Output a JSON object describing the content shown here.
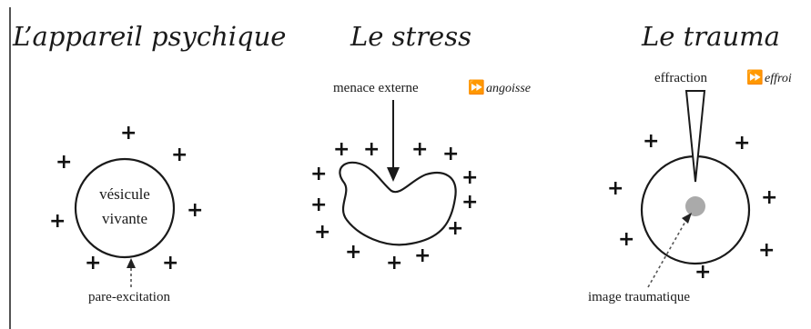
{
  "panels": [
    {
      "title": "L’appareil psychique",
      "center_line1": "vésicule",
      "center_line2": "vivante",
      "bottom_label": "pare-excitation"
    },
    {
      "title": "Le stress",
      "top_label": "menace externe",
      "top_label_italic": "angoisse"
    },
    {
      "title": "Le trauma",
      "top_label": "effraction",
      "top_label_italic": "effroi",
      "bottom_label": "image traumatique"
    }
  ],
  "symbols": {
    "plus": "+",
    "double_arrow": "⏩"
  },
  "colors": {
    "ink": "#1a1a1a",
    "trauma_image": "#aaaaaa"
  }
}
